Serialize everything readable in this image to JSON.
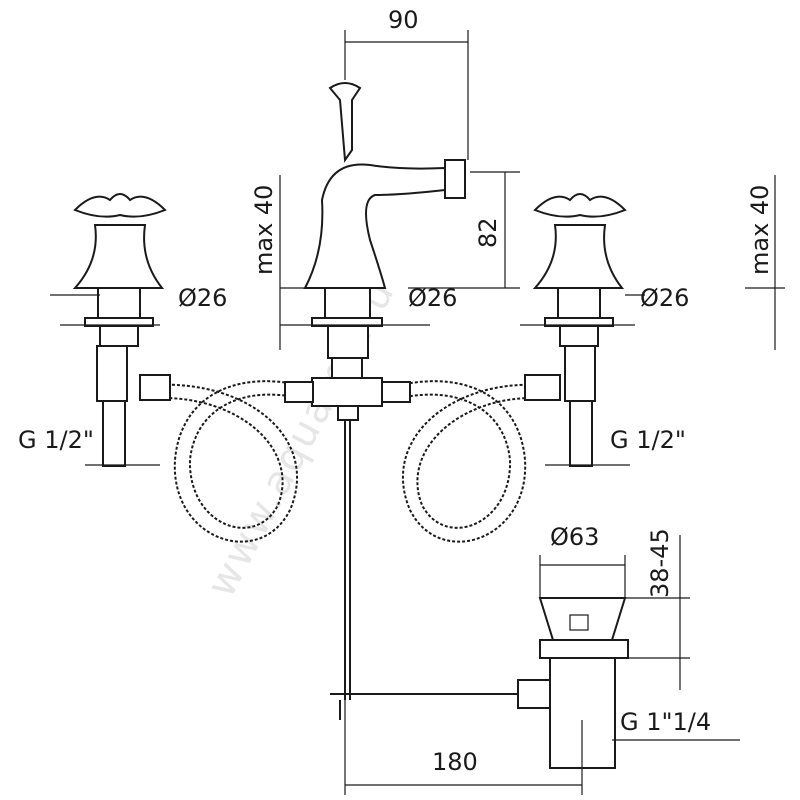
{
  "watermark": "www.aquamir.ru",
  "dimensions": {
    "spout_reach": "90",
    "max_deck_left": "max 40",
    "max_deck_right": "max 40",
    "spout_height": "82",
    "dia_left": "Ø26",
    "dia_center": "Ø26",
    "dia_right": "Ø26",
    "thread_left": "G 1/2\"",
    "thread_right": "G 1/2\"",
    "waste_dia": "Ø63",
    "waste_range": "38-45",
    "waste_offset": "180",
    "waste_thread": "G 1\"1/4"
  }
}
